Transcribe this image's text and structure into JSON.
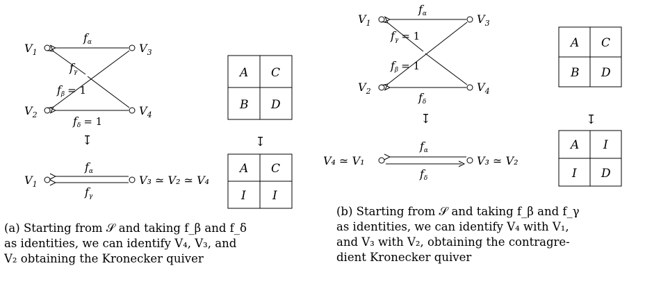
{
  "left_diagram": {
    "v1": "V",
    "v1_sub": "1",
    "v2": "V",
    "v2_sub": "2",
    "v3": "V",
    "v3_sub": "3",
    "v4": "V",
    "v4_sub": "4",
    "f_alpha": "f",
    "f_alpha_sub": "α",
    "f_gamma": "f",
    "f_gamma_sub": "γ",
    "f_beta": "f",
    "f_beta_sub": "β",
    "f_beta_eq": "= 1",
    "f_delta": "f",
    "f_delta_sub": "δ",
    "f_delta_eq": "= 1",
    "bottom_left": "V",
    "bottom_left_sub": "1",
    "bottom_right": "V₃ ≃ V₂ ≃ V₄",
    "bottom_f_alpha": "f",
    "bottom_f_alpha_sub": "α",
    "bottom_f_gamma": "f",
    "bottom_f_gamma_sub": "γ",
    "down_arrow": "↧",
    "table_top": [
      "A",
      "C",
      "B",
      "D"
    ],
    "table_bottom": [
      "A",
      "C",
      "I",
      "I"
    ]
  },
  "right_diagram": {
    "v1": "V",
    "v1_sub": "1",
    "v2": "V",
    "v2_sub": "2",
    "v3": "V",
    "v3_sub": "3",
    "v4": "V",
    "v4_sub": "4",
    "f_alpha": "f",
    "f_alpha_sub": "α",
    "f_gamma": "f",
    "f_gamma_sub": "γ",
    "f_gamma_eq": "= 1",
    "f_beta": "f",
    "f_beta_sub": "β",
    "f_beta_eq": "= 1",
    "f_delta": "f",
    "f_delta_sub": "δ",
    "bottom_left": "V₄ ≃ V₁",
    "bottom_right": "V₃ ≃ V₂",
    "bottom_f_alpha": "f",
    "bottom_f_alpha_sub": "α",
    "bottom_f_delta": "f",
    "bottom_f_delta_sub": "δ",
    "down_arrow": "↧",
    "table_top": [
      "A",
      "C",
      "B",
      "D"
    ],
    "table_bottom": [
      "A",
      "I",
      "I",
      "D"
    ]
  },
  "caption_a": {
    "line1": "(a) Starting from 𝒮 and taking f_β and f_δ",
    "line2": "as identities, we can identify V₄, V₃, and",
    "line3": "V₂ obtaining the Kronecker quiver"
  },
  "caption_b": {
    "line1": "(b) Starting from 𝒮 and taking f_β and f_γ",
    "line2": "as identities, we can identify V₄ with V₁,",
    "line3": "and V₃ with V₂, obtaining the contragre-",
    "line4": "dient Kronecker quiver"
  }
}
